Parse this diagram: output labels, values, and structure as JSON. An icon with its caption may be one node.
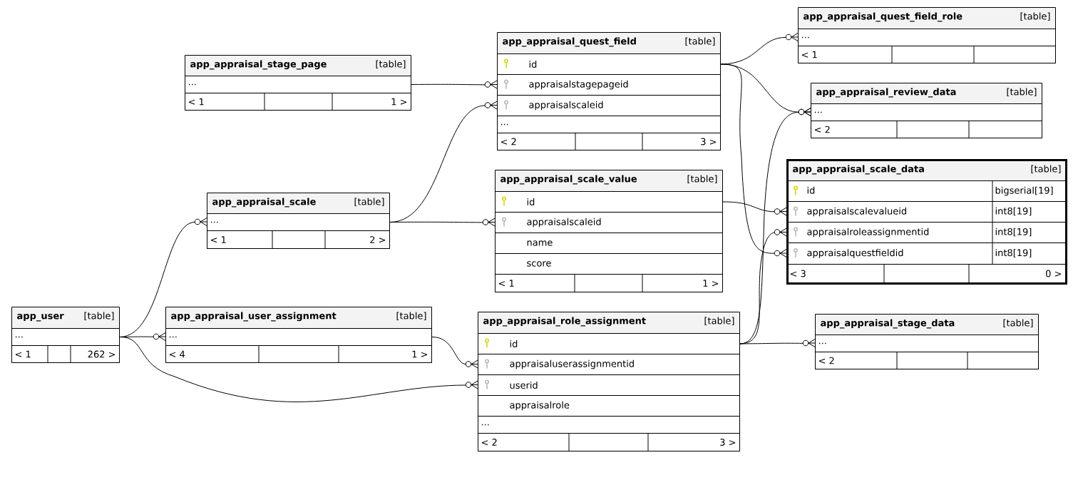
{
  "diagram": {
    "nodes": [
      {
        "text": [
          "app_user",
          "[table]"
        ]
      },
      {
        "text": [
          "..."
        ],
        "in": 0
      },
      {
        "text": [
          "< 1",
          "262 >"
        ],
        "in": 0
      },
      {
        "text": [
          "app_appraisal_user_assignment",
          "[table]"
        ]
      },
      {
        "text": [
          "..."
        ],
        "in": 3
      },
      {
        "text": [
          "< 4",
          "1 >"
        ],
        "in": 3
      },
      {
        "text": [
          "app_appraisal_scale",
          "[table]"
        ]
      },
      {
        "text": [
          "..."
        ],
        "in": 6
      },
      {
        "text": [
          "< 1",
          "2 >"
        ],
        "in": 6
      },
      {
        "text": [
          "app_appraisal_stage_page",
          "[table]"
        ]
      },
      {
        "text": [
          "..."
        ],
        "in": 9
      },
      {
        "text": [
          "< 1",
          "1 >"
        ],
        "in": 9
      },
      {
        "text": [
          "app_appraisal_quest_field",
          "[table]"
        ]
      },
      {
        "text": [
          "id"
        ],
        "in": 12
      },
      {
        "text": [
          "appraisalstagepageid"
        ],
        "in": 12
      },
      {
        "text": [
          "appraisalscaleid"
        ],
        "in": 12
      },
      {
        "text": [
          "..."
        ],
        "in": 12
      },
      {
        "text": [
          "< 2",
          "3 >"
        ],
        "in": 12
      },
      {
        "text": [
          "app_appraisal_scale_value",
          "[table]"
        ]
      },
      {
        "text": [
          "id"
        ],
        "in": 18
      },
      {
        "text": [
          "appraisalscaleid"
        ],
        "in": 18
      },
      {
        "text": [
          "name"
        ],
        "in": 18
      },
      {
        "text": [
          "score"
        ],
        "in": 18
      },
      {
        "text": [
          "< 1",
          "1 >"
        ],
        "in": 18
      },
      {
        "text": [
          "app_appraisal_role_assignment",
          "[table]"
        ]
      },
      {
        "text": [
          "id"
        ],
        "in": 24
      },
      {
        "text": [
          "appraisaluserassignmentid"
        ],
        "in": 24
      },
      {
        "text": [
          "userid"
        ],
        "in": 24
      },
      {
        "text": [
          "appraisalrole"
        ],
        "in": 24
      },
      {
        "text": [
          "..."
        ],
        "in": 24
      },
      {
        "text": [
          "< 2",
          "3 >"
        ],
        "in": 24
      },
      {
        "text": [
          "app_appraisal_quest_field_role",
          "[table]"
        ]
      },
      {
        "text": [
          "..."
        ],
        "in": 31
      },
      {
        "text": [
          "< 1"
        ],
        "in": 31
      },
      {
        "text": [
          "app_appraisal_review_data",
          "[table]"
        ]
      },
      {
        "text": [
          "..."
        ],
        "in": 34
      },
      {
        "text": [
          "< 2"
        ],
        "in": 34
      },
      {
        "text": [
          "app_appraisal_scale_data",
          "[table]"
        ]
      },
      {
        "text": [
          "id",
          "bigserial[19]"
        ],
        "in": 37
      },
      {
        "text": [
          "appraisalscalevalueid",
          "int8[19]"
        ],
        "in": 37
      },
      {
        "text": [
          "appraisalroleassignmentid",
          "int8[19]"
        ],
        "in": 37
      },
      {
        "text": [
          "appraisalquestfieldid",
          "int8[19]"
        ],
        "in": 37
      },
      {
        "text": [
          "< 3",
          "0 >"
        ],
        "in": 37
      },
      {
        "text": [
          "app_appraisal_stage_data",
          "[table]"
        ]
      },
      {
        "text": [
          "..."
        ],
        "in": 43
      },
      {
        "text": [
          "< 2"
        ],
        "in": 43
      }
    ],
    "edges": [
      {
        "from": 1,
        "to": 7,
        "arrow": "other"
      },
      {
        "from": 1,
        "to": 4,
        "arrow": "other"
      },
      {
        "from": 1,
        "to": 27,
        "arrow": "other"
      },
      {
        "from": 4,
        "to": 26,
        "arrow": "other"
      },
      {
        "from": 7,
        "to": 15,
        "arrow": "other"
      },
      {
        "from": 7,
        "to": 20,
        "arrow": "other"
      },
      {
        "from": 10,
        "to": 14,
        "arrow": "other"
      },
      {
        "from": 13,
        "to": 32,
        "arrow": "other"
      },
      {
        "from": 13,
        "to": 35,
        "arrow": "other"
      },
      {
        "from": 13,
        "to": 41,
        "arrow": "other"
      },
      {
        "from": 19,
        "to": 39,
        "arrow": "other"
      },
      {
        "from": 25,
        "to": 35,
        "arrow": "other"
      },
      {
        "from": 25,
        "to": 40,
        "arrow": "other"
      },
      {
        "from": 25,
        "to": 44,
        "arrow": "other"
      }
    ]
  }
}
